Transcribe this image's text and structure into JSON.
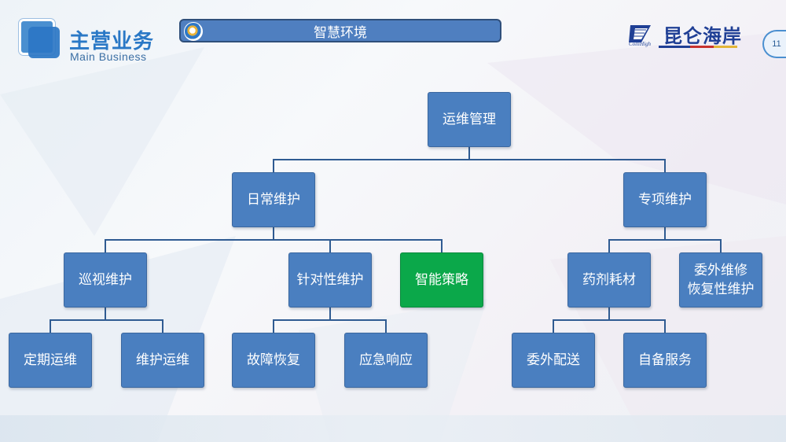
{
  "header": {
    "section_title_cn": "主营业务",
    "section_title_en": "Main  Business",
    "banner_title": "智慧环境",
    "brand_name": "昆仑海岸",
    "brand_sub": "ColliHigh",
    "page_number": "11"
  },
  "colors": {
    "node_blue": "#4a7fc0",
    "node_green": "#0ba84a",
    "connector": "#2f5b92",
    "accent": "#2a78c6"
  },
  "org_chart": {
    "root": "运维管理",
    "level1": [
      "日常维护",
      "专项维护"
    ],
    "daily": [
      "巡视维护",
      "针对性维护",
      "智能策略"
    ],
    "special": [
      "药剂耗材",
      "委外维修\n恢复性维护"
    ],
    "inspection": [
      "定期运维",
      "维护运维"
    ],
    "targeted": [
      "故障恢复",
      "应急响应"
    ],
    "materials": [
      "委外配送",
      "自备服务"
    ]
  }
}
